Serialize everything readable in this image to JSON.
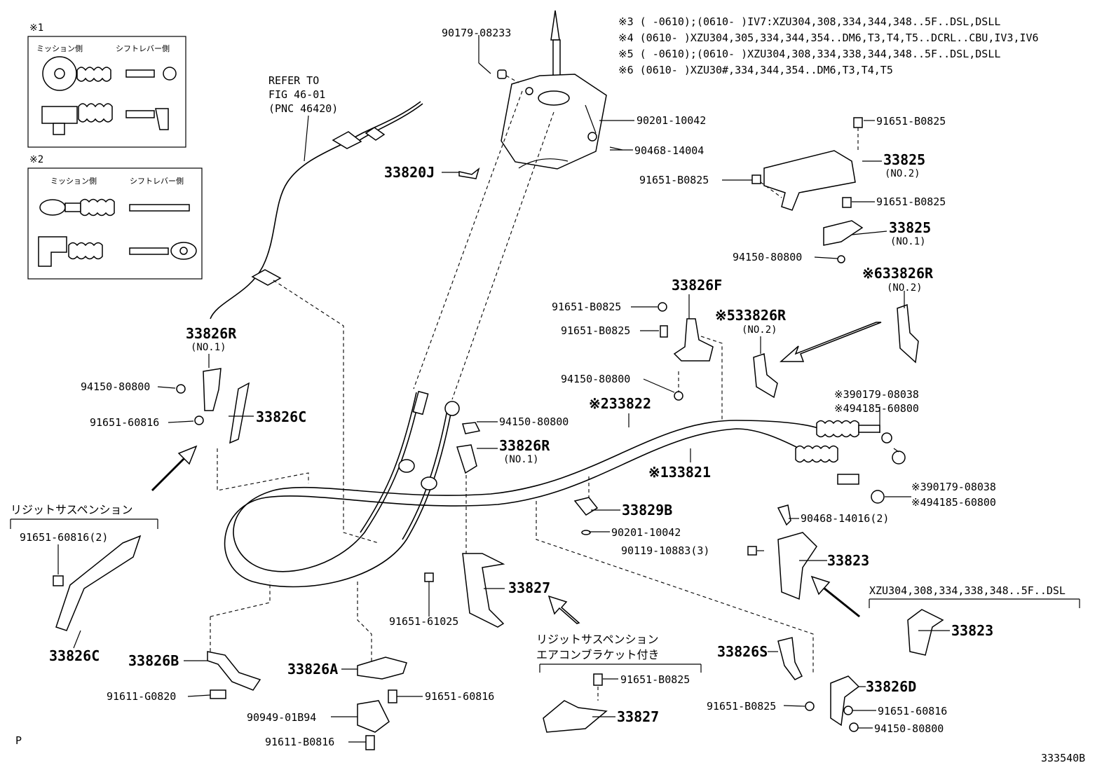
{
  "inset1": {
    "mark": "※1",
    "left": "ミッション側",
    "right": "シフトレバー側"
  },
  "inset2": {
    "mark": "※2",
    "left": "ミッション側",
    "right": "シフトレバー側"
  },
  "notes": [
    "※3 (     -0610);(0610-    )IV7:XZU304,308,334,344,348..5F..DSL,DSLL",
    "※4 (0610-    )XZU304,305,334,344,354..DM6,T3,T4,T5..DCRL..CBU,IV3,IV6",
    "※5 (     -0610);(0610-    )XZU304,308,334,338,344,348..5F..DSL,DSLL",
    "※6 (0610-    )XZU30#,334,344,354..DM6,T3,T4,T5"
  ],
  "refer": [
    "REFER TO",
    "FIG 46-01",
    "(PNC 46420)"
  ],
  "labels": {
    "p_90179_08233": "90179-08233",
    "p_90201_10042_a": "90201-10042",
    "p_90468_14004": "90468-14004",
    "p_33820J": "33820J",
    "p_91651_B0825_a": "91651-B0825",
    "p_33825_no2": "33825",
    "p_33825_no2_sub": "(NO.2)",
    "p_91651_B0825_b": "91651-B0825",
    "p_91651_B0825_c": "91651-B0825",
    "p_33825_no1": "33825",
    "p_33825_no1_sub": "(NO.1)",
    "p_94150_80800_a": "94150-80800",
    "p_33826R_6": "※633826R",
    "p_33826R_6_sub": "(NO.2)",
    "p_33826F": "33826F",
    "p_91651_B0825_d": "91651-B0825",
    "p_91651_B0825_e": "91651-B0825",
    "p_33826R_5": "※533826R",
    "p_33826R_5_sub": "(NO.2)",
    "p_94150_80800_b": "94150-80800",
    "p_33826R_no1_a": "33826R",
    "p_33826R_no1_a_sub": "(NO.1)",
    "p_94150_80800_c": "94150-80800",
    "p_91651_60816_a": "91651-60816",
    "p_33826C_a": "33826C",
    "p_rigid_a": "リジットサスペンション",
    "p_91651_60816_2": "91651-60816(2)",
    "p_33826C_b": "33826C",
    "p_33822": "※233822",
    "p_33821": "※133821",
    "p_94150_80800_d": "94150-80800",
    "p_33826R_no1_b": "33826R",
    "p_33826R_no1_b_sub": "(NO.1)",
    "p_90179_08038_a": "※390179-08038",
    "p_94185_60800_a": "※494185-60800",
    "p_90179_08038_b": "※390179-08038",
    "p_94185_60800_b": "※494185-60800",
    "p_33829B": "33829B",
    "p_90201_10042_b": "90201-10042",
    "p_90468_14016": "90468-14016(2)",
    "p_90119_10883": "90119-10883(3)",
    "p_33823_a": "33823",
    "p_xzu_note": "XZU304,308,334,338,348..5F..DSL",
    "p_33823_b": "33823",
    "p_33827_a": "33827",
    "p_91651_61025": "91651-61025",
    "p_33826B": "33826B",
    "p_91611_G0820": "91611-G0820",
    "p_33826A": "33826A",
    "p_91651_60816_b": "91651-60816",
    "p_90949_01B94": "90949-01B94",
    "p_91611_B0816": "91611-B0816",
    "p_rigid_b1": "リジットサスペンション",
    "p_rigid_b2": "エアコンブラケット付き",
    "p_91651_B0825_f": "91651-B0825",
    "p_33827_b": "33827",
    "p_33826S": "33826S",
    "p_33826D": "33826D",
    "p_91651_B0825_g": "91651-B0825",
    "p_91651_60816_c": "91651-60816",
    "p_94150_80800_e": "94150-80800"
  },
  "corner_left": "P",
  "corner_right": "333540B"
}
